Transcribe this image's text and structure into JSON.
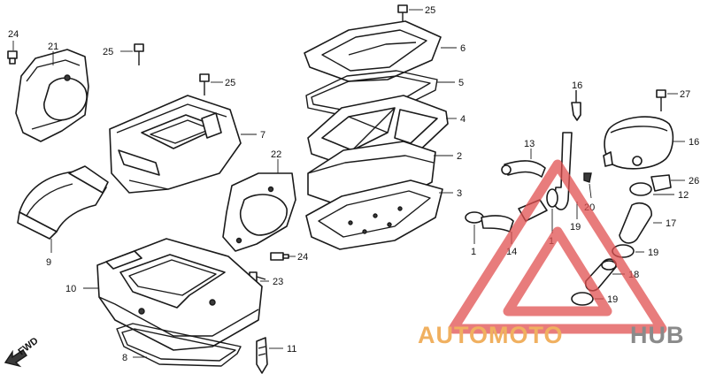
{
  "diagram": {
    "direction_label": "FWD",
    "callouts": [
      {
        "id": "c-25-top",
        "label": "25"
      },
      {
        "id": "c-6",
        "label": "6"
      },
      {
        "id": "c-24-left",
        "label": "24"
      },
      {
        "id": "c-21",
        "label": "21"
      },
      {
        "id": "c-25-mid",
        "label": "25"
      },
      {
        "id": "c-25-box",
        "label": "25"
      },
      {
        "id": "c-5",
        "label": "5"
      },
      {
        "id": "c-4",
        "label": "4"
      },
      {
        "id": "c-7",
        "label": "7"
      },
      {
        "id": "c-2",
        "label": "2"
      },
      {
        "id": "c-22",
        "label": "22"
      },
      {
        "id": "c-3",
        "label": "3"
      },
      {
        "id": "c-9",
        "label": "9"
      },
      {
        "id": "c-24-bottom",
        "label": "24"
      },
      {
        "id": "c-23",
        "label": "23"
      },
      {
        "id": "c-10",
        "label": "10"
      },
      {
        "id": "c-11",
        "label": "11"
      },
      {
        "id": "c-8",
        "label": "8"
      },
      {
        "id": "c-16-top",
        "label": "16"
      },
      {
        "id": "c-27",
        "label": "27"
      },
      {
        "id": "c-13",
        "label": "13"
      },
      {
        "id": "c-16-right",
        "label": "16"
      },
      {
        "id": "c-20",
        "label": "20"
      },
      {
        "id": "c-19-a",
        "label": "19"
      },
      {
        "id": "c-26",
        "label": "26"
      },
      {
        "id": "c-12",
        "label": "12"
      },
      {
        "id": "c-17",
        "label": "17"
      },
      {
        "id": "c-1-a",
        "label": "1"
      },
      {
        "id": "c-14",
        "label": "14"
      },
      {
        "id": "c-1-b",
        "label": "1"
      },
      {
        "id": "c-19-b",
        "label": "19"
      },
      {
        "id": "c-18",
        "label": "18"
      },
      {
        "id": "c-19-c",
        "label": "19"
      }
    ]
  },
  "watermark": {
    "text_part1": "AUTOMOTO",
    "text_part2": "HUB",
    "color_part1": "#f0b060",
    "color_part2": "#8a8a8a",
    "triangle_color": "#e05050"
  }
}
